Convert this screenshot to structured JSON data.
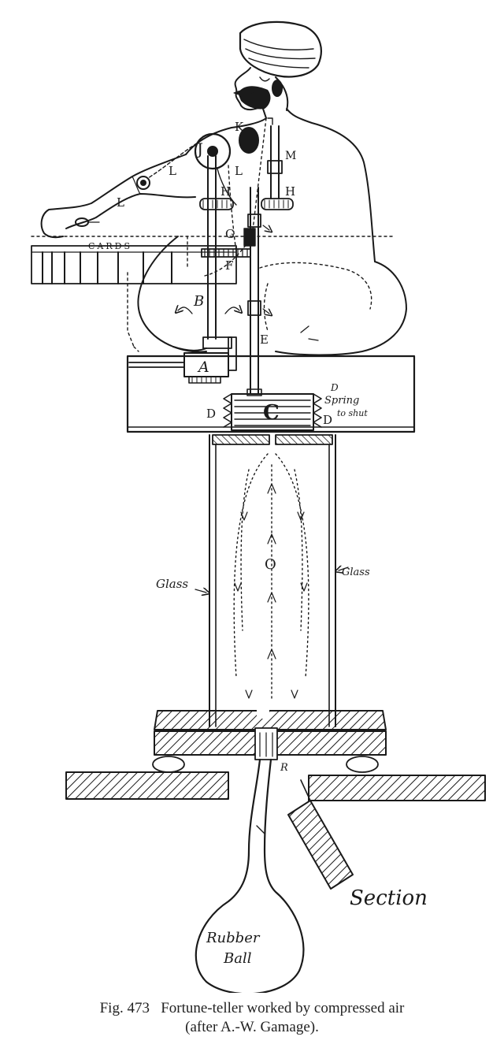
{
  "labels": {
    "A": "A",
    "B": "B",
    "C": "C",
    "D_left": "D",
    "D_right": "D",
    "D_top": "D",
    "E": "E",
    "F": "F",
    "G": "G",
    "H_left": "H",
    "H_right": "H",
    "J": "J",
    "K": "K",
    "L_upper": "L",
    "L_mid": "L",
    "L_fore": "L",
    "M": "M",
    "O": "O",
    "R": "R",
    "cards": "CARDS",
    "spring": "Spring",
    "to_shut": "to shut",
    "glass_left": "Glass",
    "glass_right": "Glass",
    "section": "Section",
    "rubber": "Rubber",
    "ball": "Ball"
  },
  "caption": {
    "line1": "Fig. 473   Fortune-teller worked by compressed air",
    "line2": "(after A.-W. Gamage)."
  }
}
